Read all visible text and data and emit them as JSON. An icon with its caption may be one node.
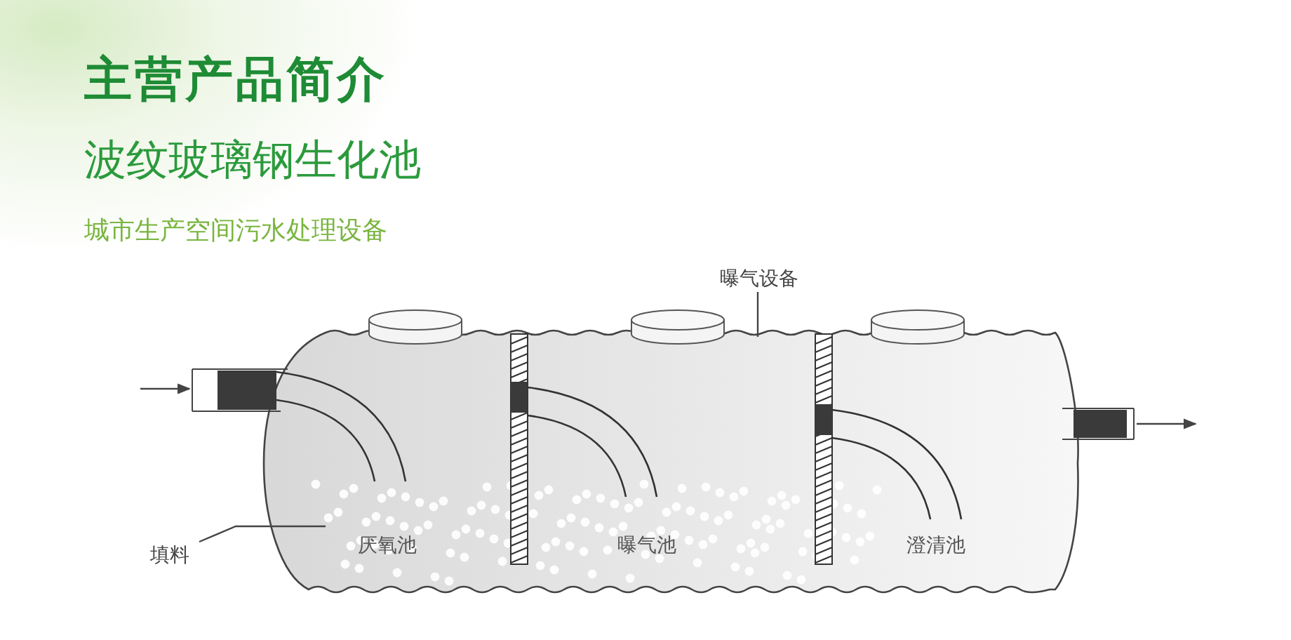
{
  "diagram": {
    "title": "主营产品简介",
    "nodes": [
      {
        "text": [],
        "shape": "cylinder"
      },
      {
        "text": [
          "填料"
        ]
      },
      {
        "text": [
          "曝气设备"
        ]
      }
    ],
    "edges": [
      {
        "from": null,
        "to": 0,
        "arrow": "to"
      },
      {
        "from": 0,
        "to": null,
        "arrow": "to"
      },
      {
        "from": 1,
        "to": 0,
        "arrow": "none"
      },
      {
        "from": 2,
        "to": 0,
        "arrow": "none"
      }
    ],
    "labels": [
      "波纹玻璃钢生化池",
      "城市生产空间污水处理设备",
      "厌氧池",
      "曝气池",
      "澄清池"
    ]
  }
}
